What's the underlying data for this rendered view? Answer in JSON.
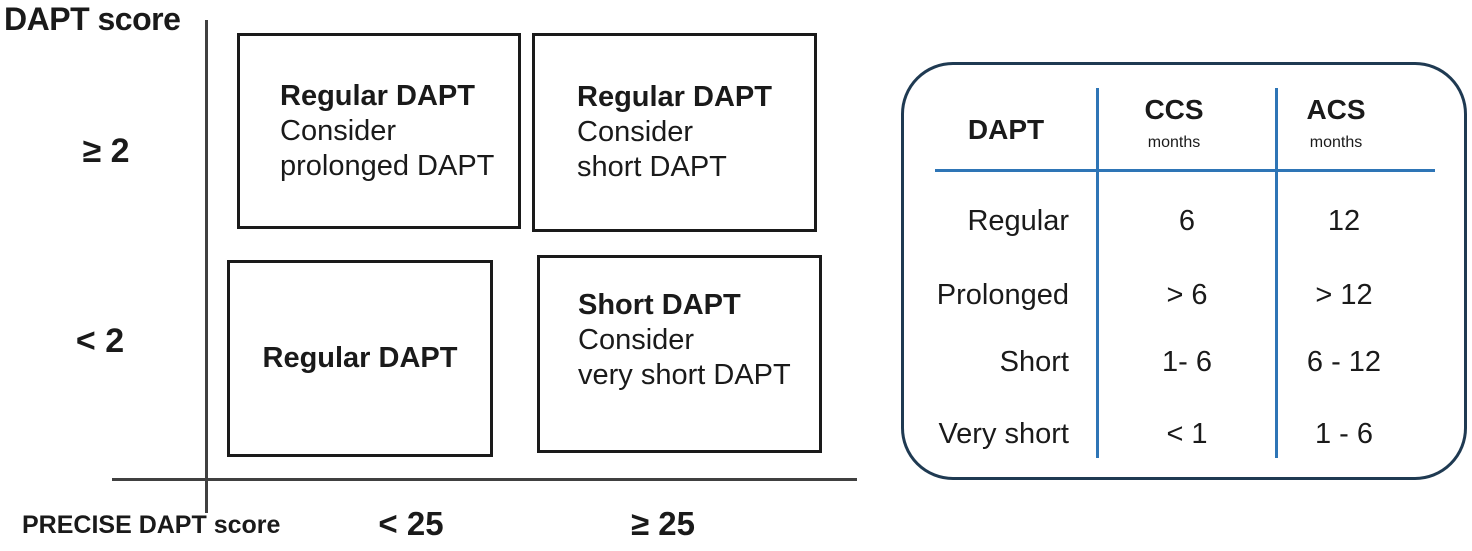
{
  "matrix": {
    "y_axis_title": "DAPT score",
    "x_axis_title": "PRECISE DAPT score",
    "y_high_label": "≥ 2",
    "y_low_label": "< 2",
    "x_low_label": "< 25",
    "x_high_label": "≥ 25",
    "quadrants": {
      "top_left": {
        "title": "Regular DAPT",
        "lines": [
          "Consider",
          "prolonged DAPT"
        ]
      },
      "top_right": {
        "title": "Regular DAPT",
        "lines": [
          "Consider",
          "short DAPT"
        ]
      },
      "bottom_left": {
        "title": "Regular DAPT",
        "lines": []
      },
      "bottom_right": {
        "title": "Short DAPT",
        "lines": [
          "Consider",
          "very short DAPT"
        ]
      }
    }
  },
  "duration_table": {
    "col_headers": [
      {
        "label": "DAPT",
        "sub": ""
      },
      {
        "label": "CCS",
        "sub": "months"
      },
      {
        "label": "ACS",
        "sub": "months"
      }
    ],
    "rows": [
      {
        "dapt": "Regular",
        "ccs": "6",
        "acs": "12"
      },
      {
        "dapt": "Prolonged",
        "ccs": "> 6",
        "acs": "> 12"
      },
      {
        "dapt": "Short",
        "ccs": "1- 6",
        "acs": "6 - 12"
      },
      {
        "dapt": "Very short",
        "ccs": "< 1",
        "acs": "1 - 6"
      }
    ]
  },
  "colors": {
    "background": "#ffffff",
    "text": "#1a1a1a",
    "axis_line": "#404040",
    "box_border": "#1a1a1a",
    "table_border": "#1f3a52",
    "table_line_blue": "#2e75b6"
  }
}
